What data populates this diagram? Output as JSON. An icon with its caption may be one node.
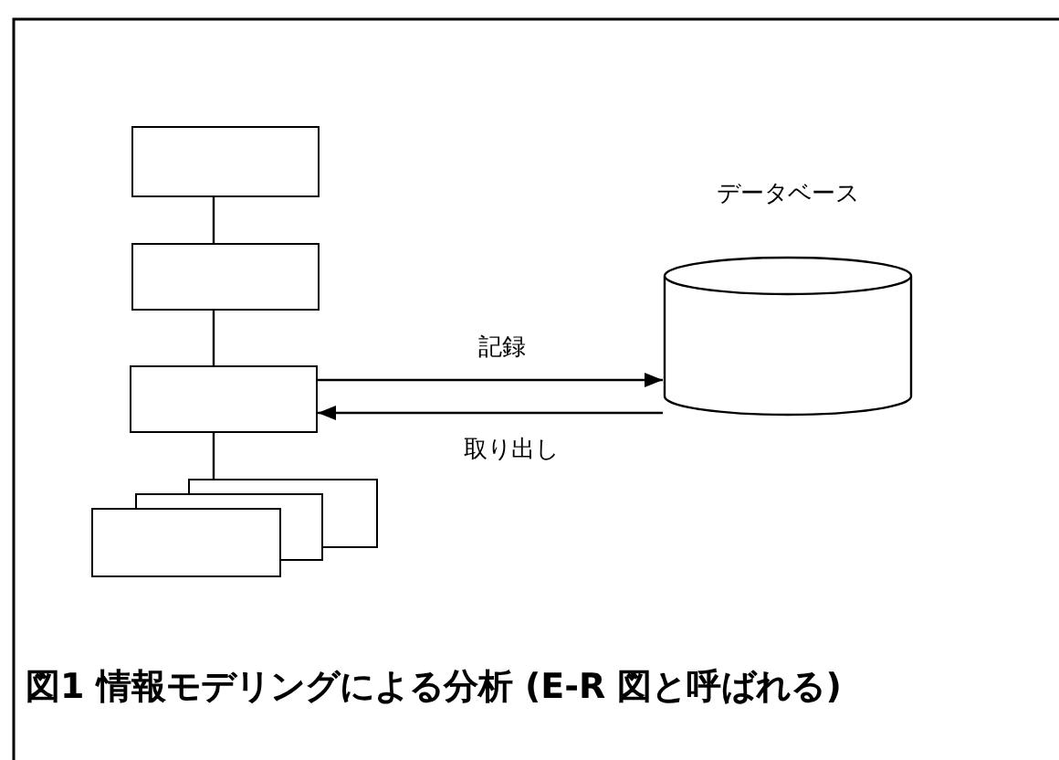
{
  "diagram": {
    "caption": "図1 情報モデリングによる分析 (E-R 図と呼ばれる)",
    "nodes": [
      {
        "text": [],
        "shape": "box"
      },
      {
        "text": [],
        "shape": "box"
      },
      {
        "text": [],
        "shape": "box"
      },
      {
        "text": [],
        "shape": "box"
      },
      {
        "text": [],
        "shape": "box"
      },
      {
        "text": [],
        "shape": "box"
      },
      {
        "text": [],
        "shape": "cylinder",
        "beside": [
          "データベース"
        ]
      }
    ],
    "edges": [
      {
        "from": 0,
        "to": 1,
        "arrow": "none"
      },
      {
        "from": 1,
        "to": 2,
        "arrow": "none"
      },
      {
        "from": 2,
        "to": 5,
        "arrow": "none"
      },
      {
        "from": 2,
        "to": 6,
        "arrow": "to",
        "label": "記録"
      },
      {
        "from": 6,
        "to": 2,
        "arrow": "to",
        "label": "取り出し"
      }
    ]
  }
}
